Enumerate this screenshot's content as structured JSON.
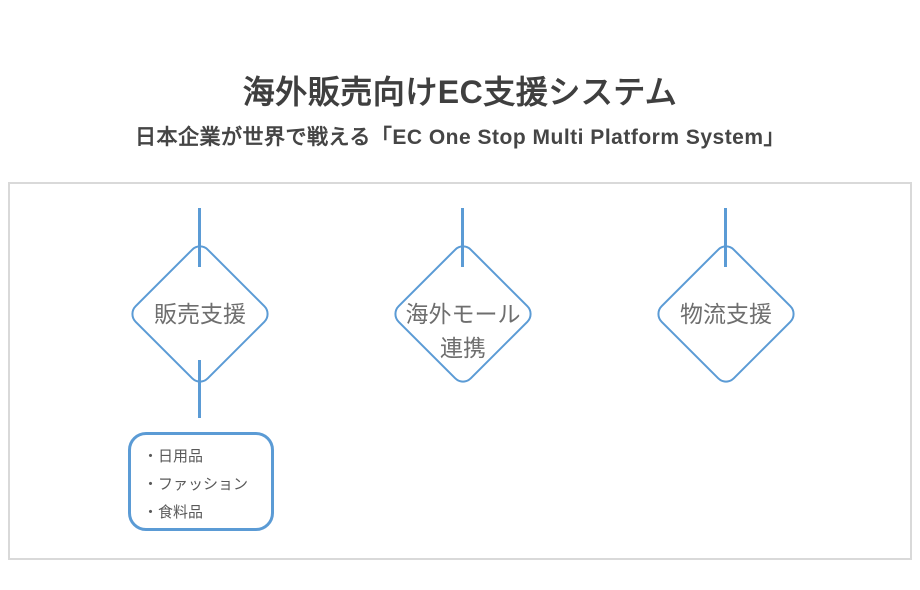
{
  "header": {
    "title": "海外販売向けEC支援システム",
    "subtitle": "日本企業が世界で戦える「EC One Stop Multi Platform System」"
  },
  "colors": {
    "shape_stroke": "#5B9BD5",
    "panel_border": "#D9D9D9",
    "heading_text": "#3F3F3F",
    "node_text": "#6E6E6E",
    "list_text": "#595959",
    "background": "#FFFFFF"
  },
  "diagram": {
    "nodes": [
      {
        "id": "sales-support",
        "shape": "diamond",
        "lines": [
          "販売支援"
        ],
        "connector_top": true,
        "connector_bottom": true
      },
      {
        "id": "overseas-mall-linkage",
        "shape": "diamond",
        "lines": [
          "海外モール",
          "連携"
        ],
        "connector_top": true,
        "connector_bottom": false
      },
      {
        "id": "logistics-support",
        "shape": "diamond",
        "lines": [
          "物流支援"
        ],
        "connector_top": true,
        "connector_bottom": false
      }
    ],
    "callout": {
      "attached_to": "sales-support",
      "items": [
        "・日用品",
        "・ファッション",
        "・食料品"
      ]
    }
  }
}
